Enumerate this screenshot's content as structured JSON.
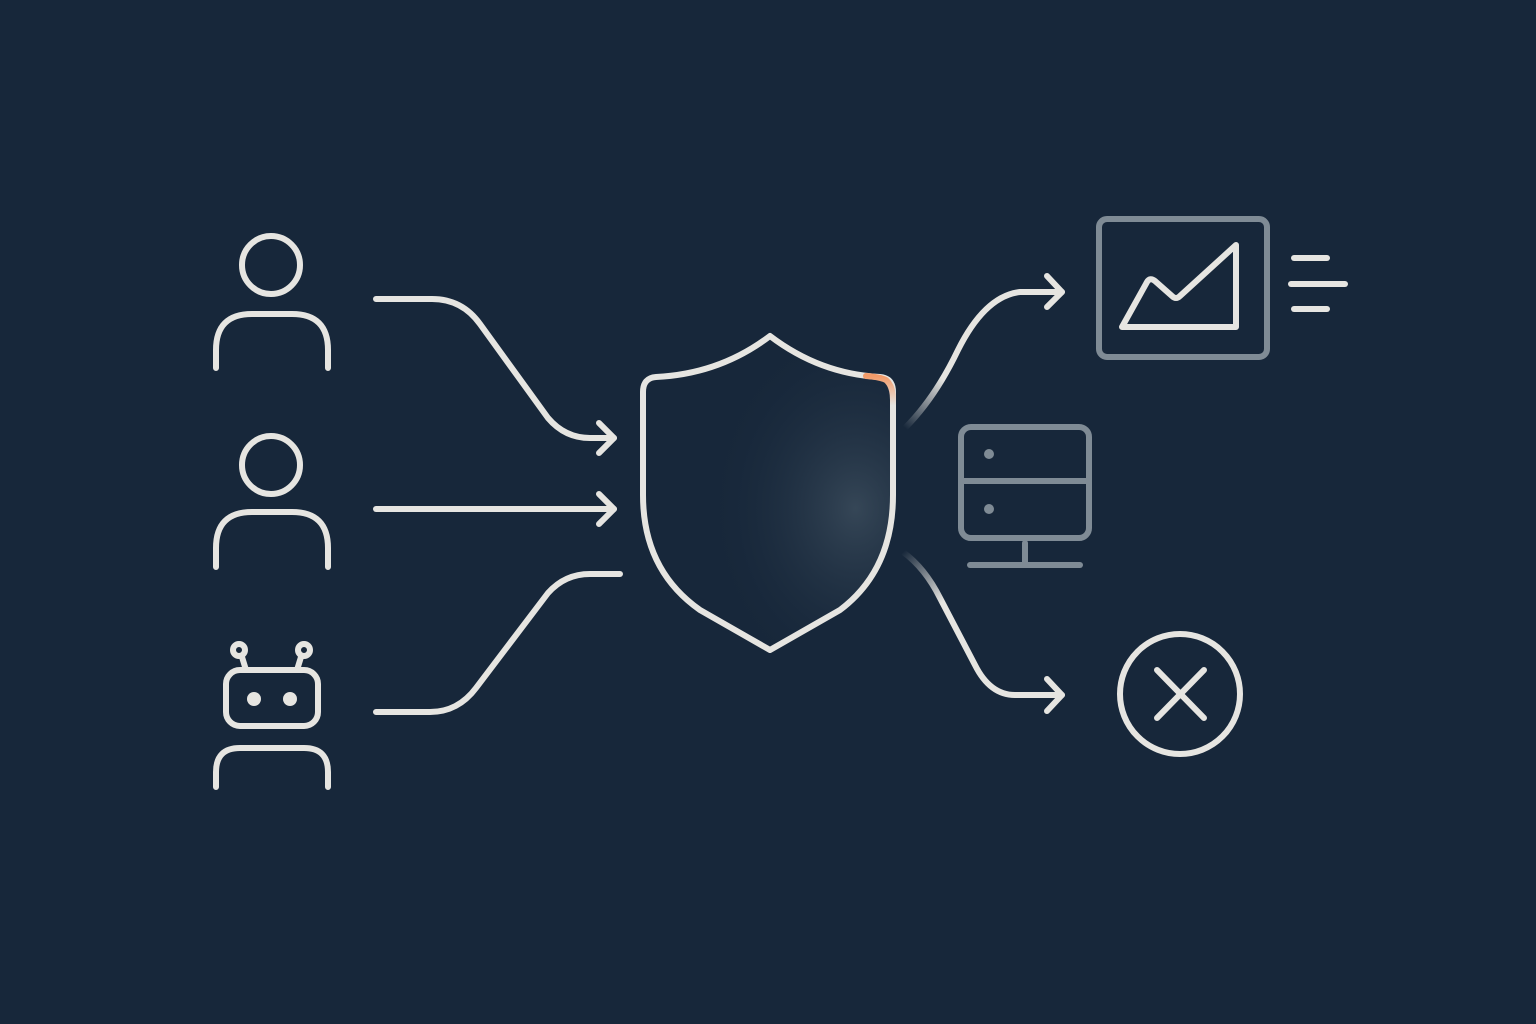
{
  "diagram": {
    "type": "access-control-flow",
    "background": "#17273a",
    "stroke_color": "#e6e5e1",
    "dim_stroke_color": "#7f8b95",
    "accent_color": "#f09a6a",
    "sources": [
      {
        "id": "user-1",
        "icon": "user-icon"
      },
      {
        "id": "user-2",
        "icon": "user-icon"
      },
      {
        "id": "bot",
        "icon": "robot-icon"
      }
    ],
    "gateway": {
      "icon": "shield-icon"
    },
    "destinations": [
      {
        "id": "dashboard",
        "icon": "chart-monitor-icon",
        "status": "allowed"
      },
      {
        "id": "server",
        "icon": "server-icon",
        "status": "neutral"
      },
      {
        "id": "blocked",
        "icon": "x-circle-icon",
        "status": "denied"
      }
    ],
    "labels": {
      "source_user_1": "User",
      "source_user_2": "User",
      "source_bot": "Bot",
      "gateway": "Security shield",
      "dest_dashboard": "Analytics dashboard",
      "dest_server": "Server",
      "dest_blocked": "Blocked"
    }
  }
}
